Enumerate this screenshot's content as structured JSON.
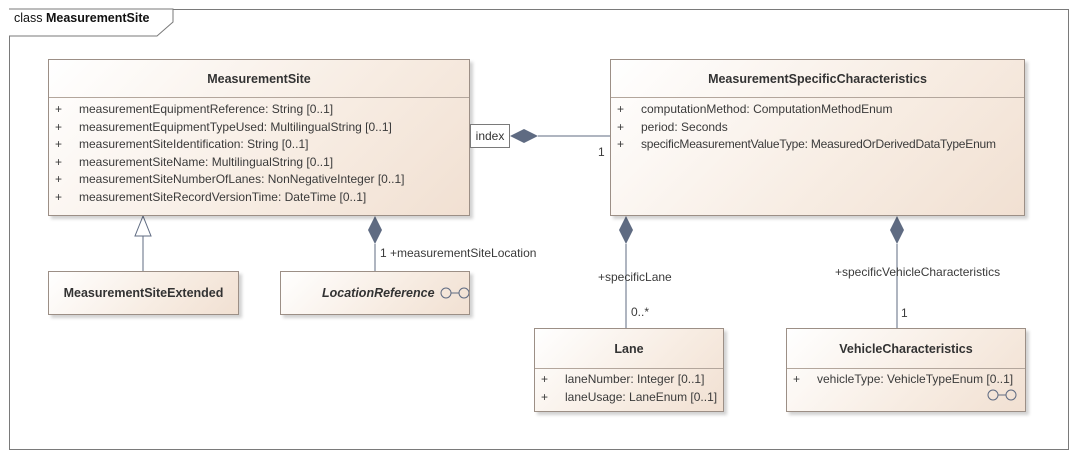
{
  "frame": {
    "keyword": "class",
    "name": "MeasurementSite"
  },
  "classes": {
    "measurement_site": {
      "name": "MeasurementSite",
      "attributes": [
        {
          "vis": "+",
          "text": "measurementEquipmentReference: String [0..1]"
        },
        {
          "vis": "+",
          "text": "measurementEquipmentTypeUsed: MultilingualString [0..1]"
        },
        {
          "vis": "+",
          "text": "measurementSiteIdentification: String [0..1]"
        },
        {
          "vis": "+",
          "text": "measurementSiteName: MultilingualString [0..1]"
        },
        {
          "vis": "+",
          "text": "measurementSiteNumberOfLanes: NonNegativeInteger [0..1]"
        },
        {
          "vis": "+",
          "text": "measurementSiteRecordVersionTime: DateTime [0..1]"
        }
      ]
    },
    "measurement_specific_characteristics": {
      "name": "MeasurementSpecificCharacteristics",
      "attributes": [
        {
          "vis": "+",
          "text": "computationMethod: ComputationMethodEnum"
        },
        {
          "vis": "+",
          "text": "period: Seconds"
        },
        {
          "vis": "+",
          "text": "specificMeasurementValueType: MeasuredOrDerivedDataTypeEnum"
        }
      ]
    },
    "measurement_site_extended": {
      "name": "MeasurementSiteExtended"
    },
    "location_reference": {
      "name": "LocationReference",
      "icon": "link-icon"
    },
    "lane": {
      "name": "Lane",
      "attributes": [
        {
          "vis": "+",
          "text": "laneNumber: Integer [0..1]"
        },
        {
          "vis": "+",
          "text": "laneUsage: LaneEnum [0..1]"
        }
      ]
    },
    "vehicle_characteristics": {
      "name": "VehicleCharacteristics",
      "attributes": [
        {
          "vis": "+",
          "text": "vehicleType: VehicleTypeEnum [0..1]"
        }
      ],
      "icon": "link-icon"
    }
  },
  "associations": {
    "index_qualifier": "index",
    "index_multiplicity": "1",
    "site_location_role": "+measurementSiteLocation",
    "site_location_multiplicity": "1",
    "specific_lane_role": "+specificLane",
    "specific_lane_multiplicity": "0..*",
    "specific_vehicle_role": "+specificVehicleCharacteristics",
    "specific_vehicle_multiplicity": "1"
  },
  "colors": {
    "border": "#9c8f86",
    "line": "#5f6b82",
    "diamond": "#5f6b82"
  }
}
